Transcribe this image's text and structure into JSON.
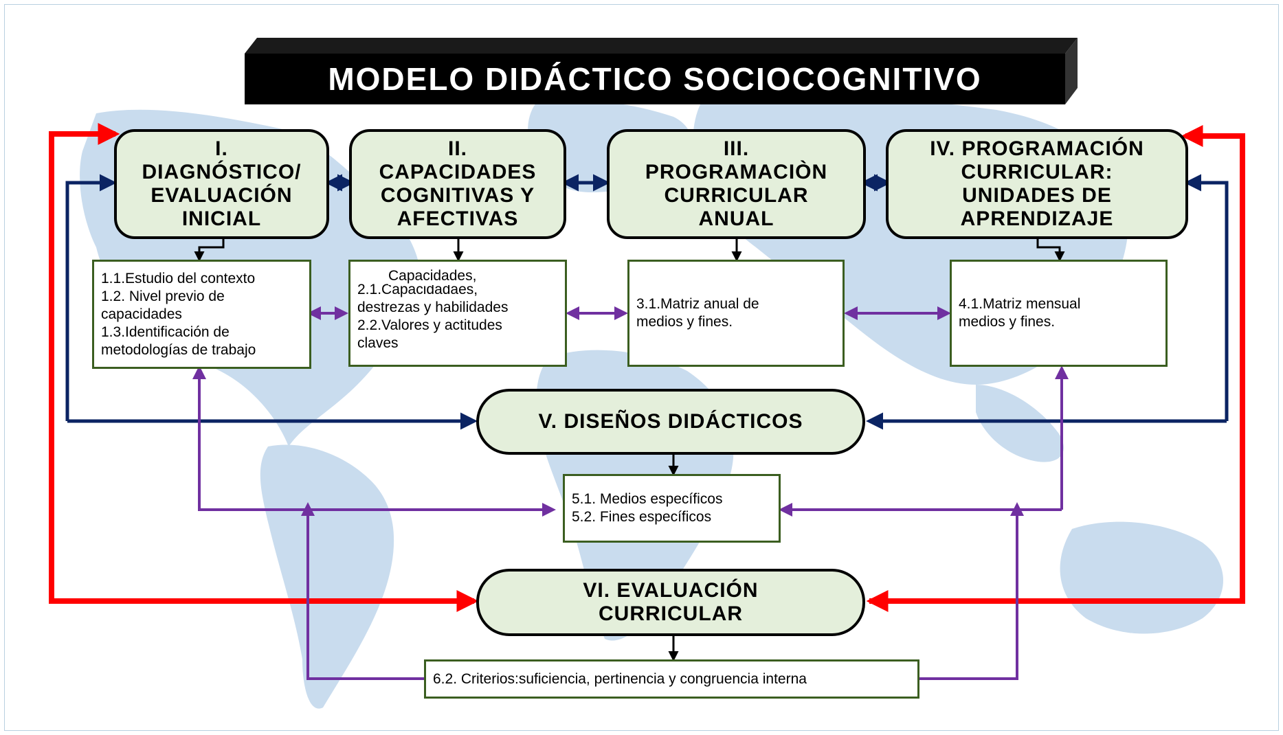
{
  "title": "MODELO DIDÁCTICO SOCIOCOGNITIVO",
  "stages": {
    "s1": "I.\nDIAGNÓSTICO/\nEVALUACIÓN\nINICIAL",
    "s2": "II.\nCAPACIDADES\nCOGNITIVAS Y\nAFECTIVAS",
    "s3": "III.\nPROGRAMACIÒN\nCURRICULAR\nANUAL",
    "s4": "IV. PROGRAMACIÓN\nCURRICULAR:\nUNIDADES DE\nAPRENDIZAJE",
    "s5": "V. DISEÑOS DIDÁCTICOS",
    "s6": "VI. EVALUACIÓN\nCURRICULAR"
  },
  "boxes": {
    "b1": [
      "1.1.Estudio del contexto",
      "1.2. Nivel previo de",
      "capacidades",
      "1.3.Identificación de",
      "metodologías de trabajo"
    ],
    "b2_overlay": "Capacidades,",
    "b2": [
      "2.1.Capacidadaes,",
      "destrezas y habilidades",
      "2.2.Valores y actitudes",
      "claves"
    ],
    "b3": [
      "3.1.Matriz anual  de",
      "medios y fines."
    ],
    "b4": [
      "4.1.Matriz mensual",
      "medios y fines."
    ],
    "b5": [
      "5.1. Medios específicos",
      "5.2. Fines específicos"
    ],
    "b6": [
      "6.2. Criterios:suficiencia, pertinencia y congruencia interna"
    ]
  },
  "colors": {
    "red_arrow": "#ff0000",
    "navy_arrow": "#0b2463",
    "purple_arrow": "#7030a0",
    "stage_fill": "#e4efdb",
    "box_border": "#3b5e20",
    "map_fill": "#c5d9ec"
  }
}
